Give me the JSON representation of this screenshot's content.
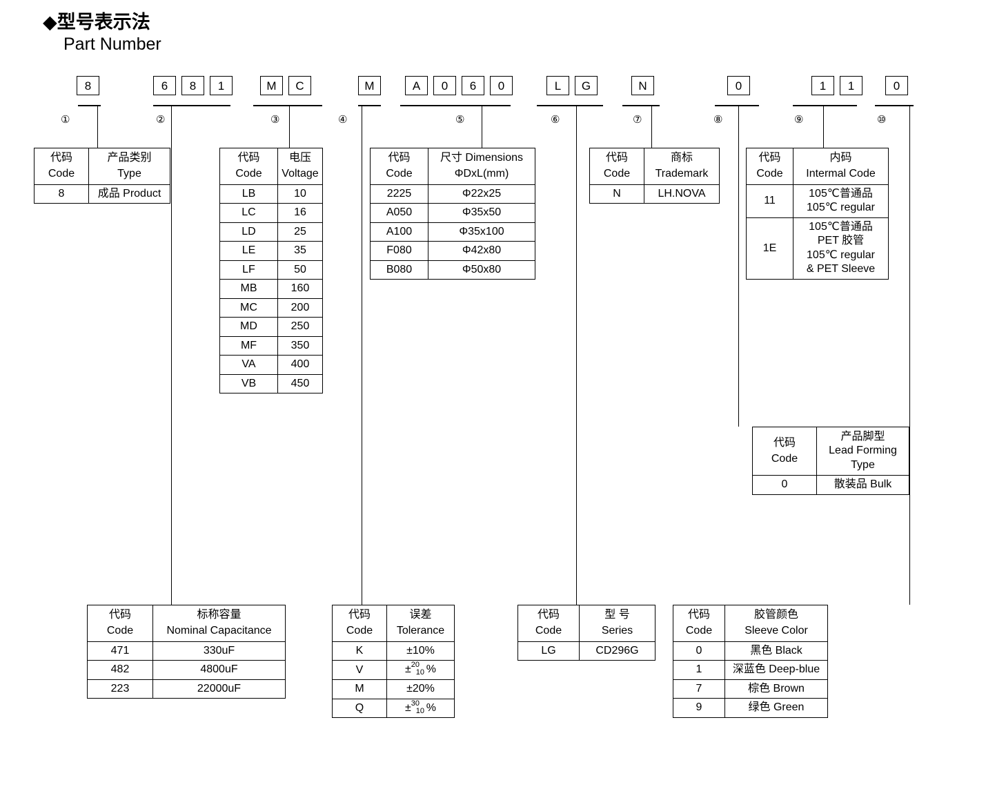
{
  "heading": {
    "cn": "◆型号表示法",
    "en": "Part Number"
  },
  "part_number": {
    "groups": [
      {
        "index": "①",
        "chars": [
          "8"
        ]
      },
      {
        "index": "②",
        "chars": [
          "6",
          "8",
          "1"
        ]
      },
      {
        "index": "③",
        "chars": [
          "M",
          "C"
        ]
      },
      {
        "index": "④",
        "chars": [
          "M"
        ]
      },
      {
        "index": "⑤",
        "chars": [
          "A",
          "0",
          "6",
          "0"
        ]
      },
      {
        "index": "⑥",
        "chars": [
          "L",
          "G"
        ]
      },
      {
        "index": "⑦",
        "chars": [
          "N"
        ]
      },
      {
        "index": "⑧",
        "chars": [
          "0"
        ]
      },
      {
        "index": "⑨",
        "chars": [
          "1",
          "1"
        ]
      },
      {
        "index": "⑩",
        "chars": [
          "0"
        ]
      }
    ]
  },
  "tables": {
    "type": {
      "header": {
        "code_cn": "代码",
        "code_en": "Code",
        "val_cn": "产品类别",
        "val_en": "Type"
      },
      "rows": [
        {
          "code": "8",
          "value": "成品 Product"
        }
      ]
    },
    "voltage": {
      "header": {
        "code_cn": "代码",
        "code_en": "Code",
        "val_cn": "电压",
        "val_en": "Voltage"
      },
      "rows": [
        {
          "code": "LB",
          "value": "10"
        },
        {
          "code": "LC",
          "value": "16"
        },
        {
          "code": "LD",
          "value": "25"
        },
        {
          "code": "LE",
          "value": "35"
        },
        {
          "code": "LF",
          "value": "50"
        },
        {
          "code": "MB",
          "value": "160"
        },
        {
          "code": "MC",
          "value": "200"
        },
        {
          "code": "MD",
          "value": "250"
        },
        {
          "code": "MF",
          "value": "350"
        },
        {
          "code": "VA",
          "value": "400"
        },
        {
          "code": "VB",
          "value": "450"
        }
      ]
    },
    "dimensions": {
      "header": {
        "code_cn": "代码",
        "code_en": "Code",
        "val_cn": "尺寸 Dimensions",
        "val_en": "ΦDxL(mm)"
      },
      "rows": [
        {
          "code": "2225",
          "value": "Φ22x25"
        },
        {
          "code": "A050",
          "value": "Φ35x50"
        },
        {
          "code": "A100",
          "value": "Φ35x100"
        },
        {
          "code": "F080",
          "value": "Φ42x80"
        },
        {
          "code": "B080",
          "value": "Φ50x80"
        }
      ]
    },
    "trademark": {
      "header": {
        "code_cn": "代码",
        "code_en": "Code",
        "val_cn": "商标",
        "val_en": "Trademark"
      },
      "rows": [
        {
          "code": "N",
          "value": "LH.NOVA"
        }
      ]
    },
    "internal_code": {
      "header": {
        "code_cn": "代码",
        "code_en": "Code",
        "val_cn": "内码",
        "val_en": "Intermal Code"
      },
      "rows": [
        {
          "code": "11",
          "lines": [
            "105℃普通品",
            "105℃  regular"
          ]
        },
        {
          "code": "1E",
          "lines": [
            "105℃普通品",
            "PET 胶管",
            "105℃  regular",
            "& PET Sleeve"
          ]
        }
      ]
    },
    "lead_forming": {
      "header": {
        "code_cn": "代码",
        "code_en": "Code",
        "val_cn": "产品脚型",
        "val_en1": "Lead Forming",
        "val_en2": "Type"
      },
      "rows": [
        {
          "code": "0",
          "value": "散装品 Bulk"
        }
      ]
    },
    "capacitance": {
      "header": {
        "code_cn": "代码",
        "code_en": "Code",
        "val_cn": "标称容量",
        "val_en": "Nominal Capacitance"
      },
      "rows": [
        {
          "code": "471",
          "value": "330uF"
        },
        {
          "code": "482",
          "value": "4800uF"
        },
        {
          "code": "223",
          "value": "22000uF"
        }
      ]
    },
    "tolerance": {
      "header": {
        "code_cn": "代码",
        "code_en": "Code",
        "val_cn": "误差",
        "val_en": "Tolerance"
      },
      "rows": [
        {
          "code": "K",
          "value": "±10%",
          "frac": false
        },
        {
          "code": "V",
          "value": "±20/10 %",
          "frac": true,
          "sup": "20",
          "sub": "10",
          "prefix": "±",
          "suffix": "%"
        },
        {
          "code": "M",
          "value": "±20%",
          "frac": false
        },
        {
          "code": "Q",
          "value": "±30/10 %",
          "frac": true,
          "sup": "30",
          "sub": "10",
          "prefix": "±",
          "suffix": "%"
        }
      ]
    },
    "series": {
      "header": {
        "code_cn": "代码",
        "code_en": "Code",
        "val_cn": "型 号",
        "val_en": "Series"
      },
      "rows": [
        {
          "code": "LG",
          "value": "CD296G"
        }
      ]
    },
    "sleeve_color": {
      "header": {
        "code_cn": "代码",
        "code_en": "Code",
        "val_cn": "胶管颜色",
        "val_en": "Sleeve Color"
      },
      "rows": [
        {
          "code": "0",
          "value": "黑色 Black"
        },
        {
          "code": "1",
          "value": "深蓝色 Deep-blue"
        },
        {
          "code": "7",
          "value": "棕色 Brown"
        },
        {
          "code": "9",
          "value": "绿色 Green"
        }
      ]
    }
  }
}
